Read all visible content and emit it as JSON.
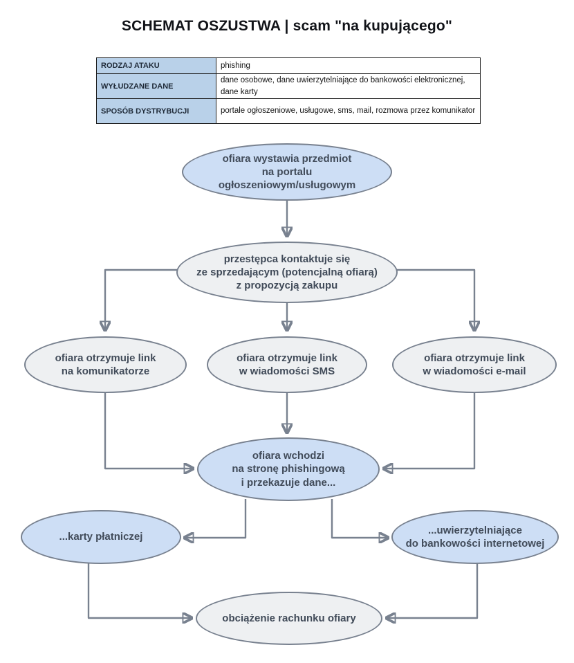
{
  "title": "SCHEMAT OSZUSTWA | scam \"na kupującego\"",
  "colors": {
    "node_blue_fill": "#cddef5",
    "node_gray_fill": "#eef0f2",
    "stroke": "#78818f",
    "node_text": "#414b59",
    "table_label_bg": "#b9d1e9"
  },
  "table": {
    "rows": [
      {
        "label": "RODZAJ ATAKU",
        "value": "phishing"
      },
      {
        "label": "WYŁUDZANE DANE",
        "value": "dane osobowe, dane uwierzytelniające do bankowości elektronicznej, dane karty"
      },
      {
        "label": "SPOSÓB DYSTRYBUCJI",
        "value": "portale ogłoszeniowe, usługowe, sms, mail, rozmowa przez komunikator"
      }
    ]
  },
  "flowchart": {
    "nodes": {
      "start": {
        "label": "ofiara wystawia przedmiot\nna portalu\nogłoszeniowym/usługowym",
        "fill": "blue"
      },
      "contact": {
        "label": "przestępca kontaktuje się\nze sprzedającym (potencjalną ofiarą)\nz propozycją zakupu",
        "fill": "gray"
      },
      "link_messenger": {
        "label": "ofiara otrzymuje link\nna komunikatorze",
        "fill": "gray"
      },
      "link_sms": {
        "label": "ofiara otrzymuje link\nw wiadomości SMS",
        "fill": "gray"
      },
      "link_email": {
        "label": "ofiara otrzymuje link\nw wiadomości e-mail",
        "fill": "gray"
      },
      "phishing_site": {
        "label": "ofiara wchodzi\nna stronę phishingową\ni przekazuje dane...",
        "fill": "blue"
      },
      "card_data": {
        "label": "...karty płatniczej",
        "fill": "blue"
      },
      "banking_creds": {
        "label": "...uwierzytelniające\ndo bankowości internetowej",
        "fill": "blue"
      },
      "account_debit": {
        "label": "obciążenie rachunku ofiary",
        "fill": "gray"
      }
    }
  }
}
